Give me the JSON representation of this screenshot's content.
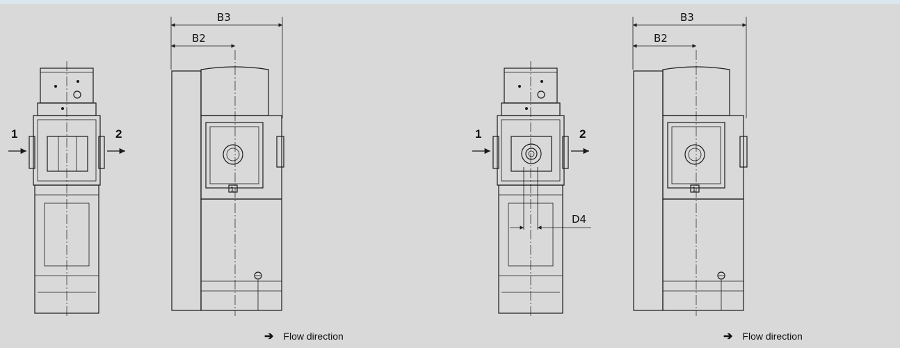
{
  "dimensions": {
    "b3": "B3",
    "b2": "B2",
    "d4": "D4"
  },
  "ports": {
    "inlet": "1",
    "outlet": "2"
  },
  "marker": "1",
  "caption": {
    "arrow_icon": "right-arrow-icon",
    "text": "Flow direction"
  },
  "colors": {
    "background": "#d9d9d9",
    "top_strip": "#dbe6ee",
    "line": "#1a1a1a"
  }
}
